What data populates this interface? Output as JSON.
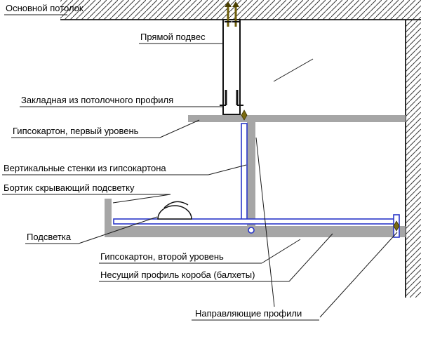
{
  "diagram": {
    "type": "construction-section",
    "subject": "two-level drywall ceiling with backlight"
  },
  "labels": {
    "main_ceiling": "Основной потолок",
    "direct_hanger": "Прямой подвес",
    "embedded_profile": "Закладная из потолочного профиля",
    "drywall_level1": "Гипсокартон, первый уровень",
    "vertical_walls": "Вертикальные стенки из гипсокартона",
    "rim": "Бортик скрывающий подсветку",
    "backlight": "Подсветка",
    "drywall_level2": "Гипсокартон, второй уровень",
    "carrier_profile": "Несущий профиль короба (балхеты)",
    "guide_profiles": "Направляющие профили"
  },
  "colors": {
    "background": "#ffffff",
    "drywall_gray": "#a6a6a6",
    "profile_blue": "#2936c8",
    "anchor_gold": "#7a6a10",
    "line_black": "#1a1a1a"
  },
  "symbols": {
    "hatch": "masonry-hatch (ceiling slab and wall)",
    "anchor": "ceiling-anchor-bolt",
    "screw": "self-tapping-screw",
    "lamp": "backlight-lamp-arc"
  }
}
